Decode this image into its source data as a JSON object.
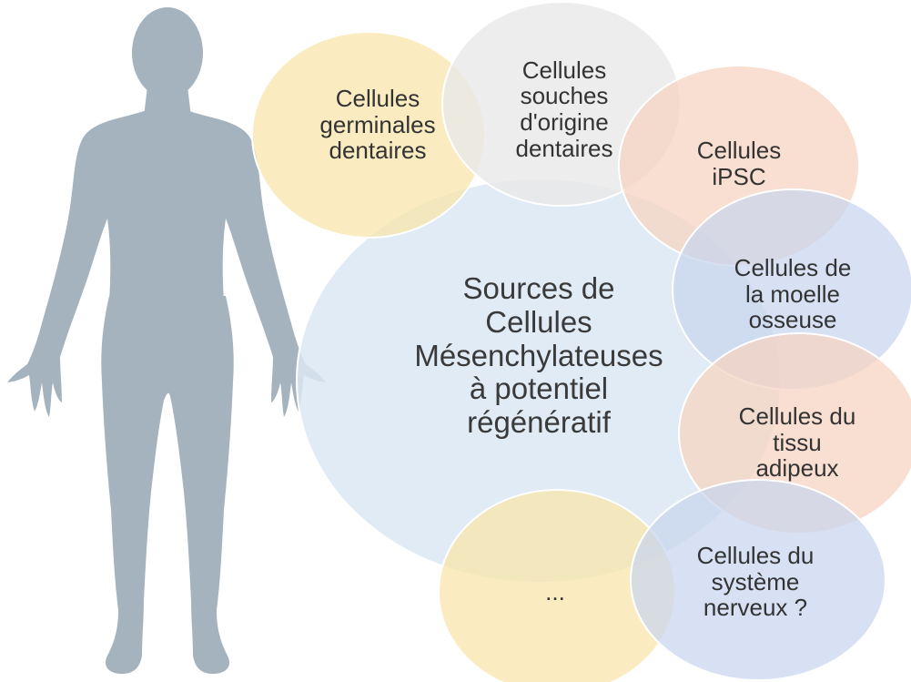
{
  "colors": {
    "silhouette": "#a4b3be",
    "center_fill": "#dce7f3",
    "yellow_fill": "#f8e4a8",
    "grey_fill": "#e8e8e8",
    "peach_fill": "#f7d3bf",
    "blue_fill": "#c8d6ee",
    "bubble_stroke": "#ffffff"
  },
  "silhouette": {
    "icon": "human-figure-icon"
  },
  "center": {
    "lines": [
      "Sources de",
      "Cellules",
      "Mésenchylateuses",
      "à potentiel",
      "régénératif"
    ]
  },
  "bubbles": [
    {
      "id": "germinales",
      "lines": [
        "Cellules",
        "germinales",
        "dentaires"
      ]
    },
    {
      "id": "souches",
      "lines": [
        "Cellules",
        "souches",
        "d'origine",
        "dentaires"
      ]
    },
    {
      "id": "ipsc",
      "lines": [
        "Cellules",
        "iPSC"
      ]
    },
    {
      "id": "moelle",
      "lines": [
        "Cellules de",
        "la moelle",
        "osseuse"
      ]
    },
    {
      "id": "adipeux",
      "lines": [
        "Cellules du",
        "tissu",
        "adipeux"
      ]
    },
    {
      "id": "etc",
      "lines": [
        "..."
      ]
    },
    {
      "id": "nerveux",
      "lines": [
        "Cellules du",
        "système",
        "nerveux ?"
      ]
    }
  ]
}
